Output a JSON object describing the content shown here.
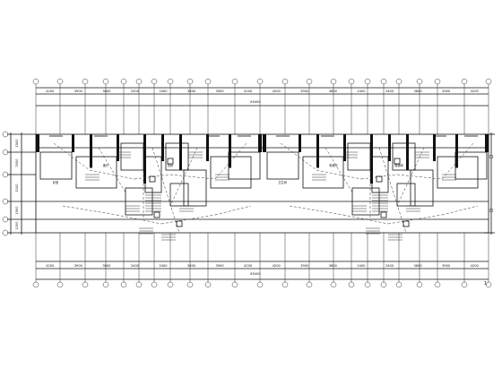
{
  "drawing": {
    "type": "electrical floor plan (residential building, two mirrored units)",
    "page_marker": "1",
    "overall_dimension_label": "85400",
    "top_dimensions": [
      "4200",
      "3900",
      "3600",
      "2400",
      "2400",
      "3600",
      "3900",
      "4200",
      "4200",
      "3900",
      "3600",
      "2400",
      "2400",
      "3600",
      "3900",
      "4200"
    ],
    "bottom_dimensions": [
      "4200",
      "3900",
      "3600",
      "2400",
      "2400",
      "3600",
      "3900",
      "4200",
      "4200",
      "3900",
      "3600",
      "2400",
      "2400",
      "3600",
      "3900",
      "4200"
    ],
    "left_dimensions": [
      "1500",
      "3000",
      "2100",
      "1500",
      "1200"
    ],
    "room_labels": [
      "卧室",
      "客厅",
      "厨房",
      "卫生间",
      "电梯厅",
      "楼梯间"
    ],
    "colors": {
      "line": "#111111",
      "background": "#ffffff"
    }
  }
}
